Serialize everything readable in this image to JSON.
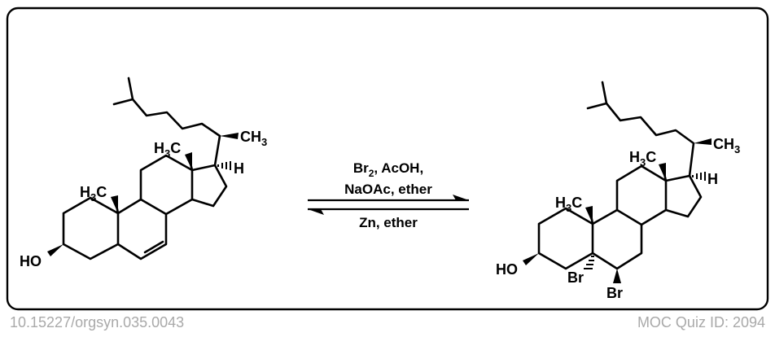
{
  "reagents": {
    "forward": {
      "line1": [
        "Br",
        "2",
        ", AcOH,"
      ],
      "line2": "NaOAc, ether"
    },
    "reverse": "Zn, ether"
  },
  "labels": {
    "methyl_base": "H",
    "methyl_sub": "3",
    "methyl_end": "C",
    "ch3_base": "CH",
    "ch3_sub": "3",
    "h": "H",
    "ho": "HO",
    "br": "Br"
  },
  "footer": {
    "doi": "10.15227/orgsyn.035.0043",
    "quiz_id": "MOC Quiz ID: 2094"
  }
}
